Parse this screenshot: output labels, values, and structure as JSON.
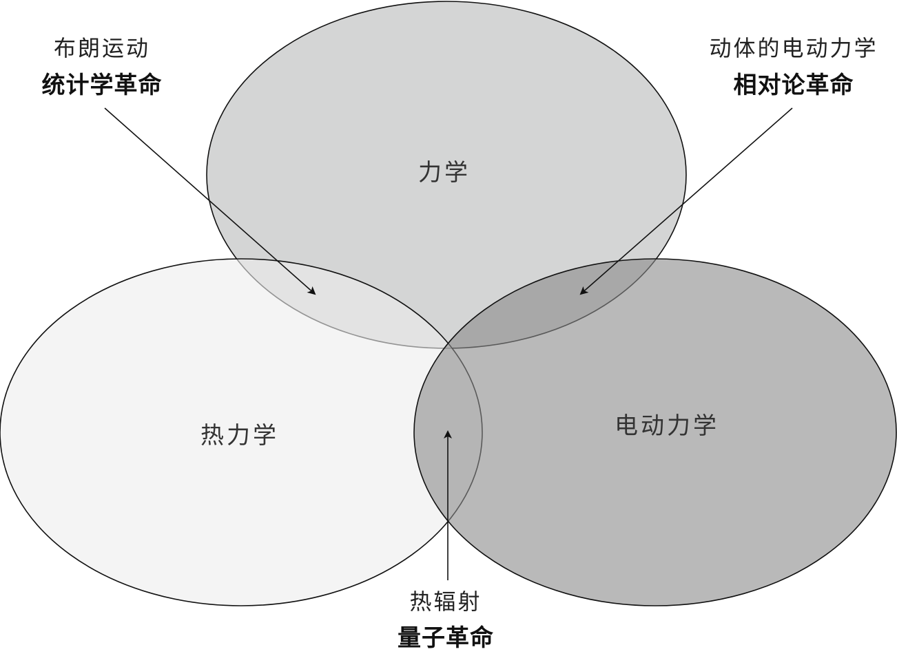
{
  "circles": {
    "mechanics": {
      "label": "力学",
      "fill": "#c8c9c9"
    },
    "thermodynamics": {
      "label": "热力学",
      "fill": "#ececec"
    },
    "electrodynamics": {
      "label": "电动力学",
      "fill": "#8a8b8b"
    }
  },
  "annotations": {
    "statistical": {
      "topic": "布朗运动",
      "revolution": "统计学革命"
    },
    "relativity": {
      "topic": "动体的电动力学",
      "revolution": "相对论革命"
    },
    "quantum": {
      "topic": "热辐射",
      "revolution": "量子革命"
    }
  },
  "colors": {
    "outline": "#111111",
    "background": "#ffffff"
  }
}
